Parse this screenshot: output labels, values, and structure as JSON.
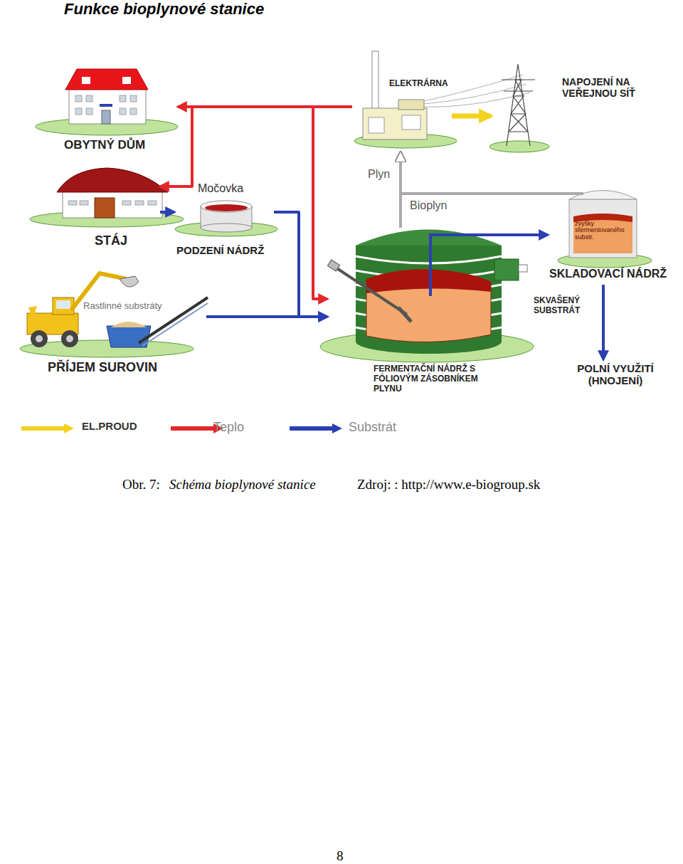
{
  "diagram": {
    "title": "Funkce bioplynové stanice",
    "caption": "Schéma bioplynové stanice",
    "nodes": [
      {
        "text": [
          "OBYTNÝ DŮM"
        ]
      },
      {
        "text": [
          "ELEKTRÁRNA"
        ]
      },
      {
        "text": [
          "NAPOJENÍ NA VEŘEJNOU SÍŤ"
        ]
      },
      {
        "text": [
          "STÁJ"
        ]
      },
      {
        "text": [
          "Močovka",
          "PODZENÍ NÁDRŽ"
        ]
      },
      {
        "text": [
          "Rastlinné substráty",
          "PŘÍJEM SUROVIN"
        ]
      },
      {
        "text": [
          "FERMENTAČNÍ NÁDRŽ S FÓLIOVÝM ZÁSOBNÍKEM PLYNU"
        ]
      },
      {
        "text": [
          "zvyšky sfermentovaného substr.",
          "SKLADOVACÍ NÁDRŽ"
        ]
      },
      {
        "text": [
          "POLNÍ VYUŽITÍ (HNOJENÍ)"
        ]
      }
    ],
    "edges": [
      {
        "from": 1,
        "to": 0,
        "arrow": "to"
      },
      {
        "from": 1,
        "to": 3,
        "arrow": "to"
      },
      {
        "from": 1,
        "to": 6,
        "arrow": "to"
      },
      {
        "from": 1,
        "to": 2,
        "arrow": "to"
      },
      {
        "from": 3,
        "to": 4,
        "arrow": "to"
      },
      {
        "from": 4,
        "to": 6,
        "arrow": "to"
      },
      {
        "from": 5,
        "to": 6,
        "arrow": "to"
      },
      {
        "from": 6,
        "to": 7,
        "arrow": "to"
      },
      {
        "from": 7,
        "to": 8,
        "arrow": "to"
      },
      {
        "from": 6,
        "to": 1,
        "label": "Plyn",
        "arrow": "to"
      },
      {
        "from": 7,
        "to": 1,
        "label": "Bioplyn",
        "arrow": "to"
      }
    ],
    "labels": [
      "SKVAŠENÝ SUBSTRÁT",
      "Obr. 7:",
      "Zdroj: : http://www.e-biogroup.sk",
      "8"
    ],
    "legend": [
      {
        "text": "EL.PROUD",
        "color": "#f2d21c"
      },
      {
        "text": "Teplo",
        "color": "#e3272b"
      },
      {
        "text": "Substrát",
        "color": "#2b3fb2"
      }
    ]
  }
}
